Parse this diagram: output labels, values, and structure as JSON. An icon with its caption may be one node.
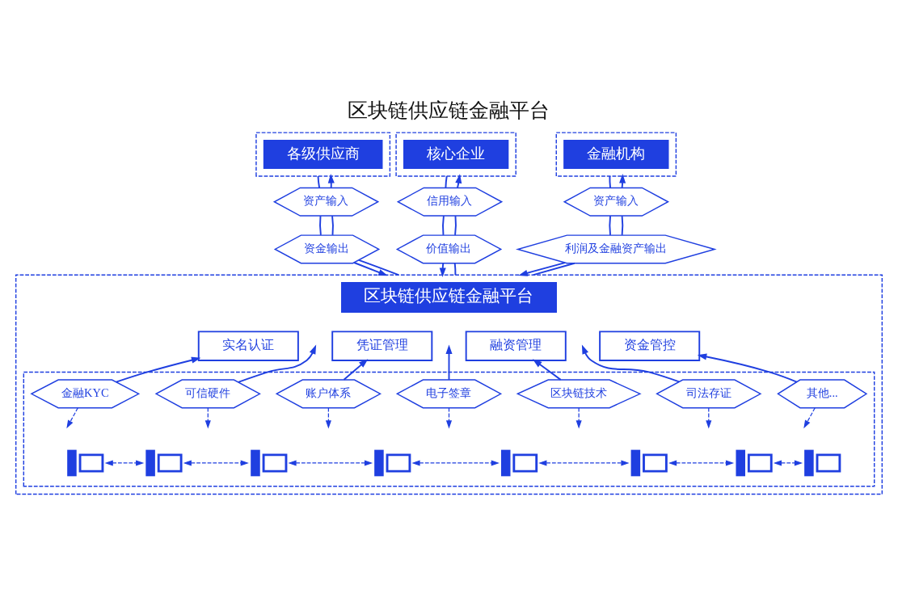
{
  "diagram": {
    "title": "区块链供应链金融平台",
    "nodes": [
      {
        "text": [],
        "shape": "box"
      },
      {
        "text": [
          "各级供应商"
        ],
        "in": 0
      },
      {
        "text": [],
        "shape": "box"
      },
      {
        "text": [
          "核心企业"
        ],
        "in": 2
      },
      {
        "text": [],
        "shape": "box"
      },
      {
        "text": [
          "金融机构"
        ],
        "in": 4
      },
      {
        "text": [
          "资产输入"
        ]
      },
      {
        "text": [
          "资金输出"
        ]
      },
      {
        "text": [
          "信用输入"
        ]
      },
      {
        "text": [
          "价值输出"
        ]
      },
      {
        "text": [
          "资产输入"
        ]
      },
      {
        "text": [
          "利润及金融资产输出"
        ]
      },
      {
        "text": [],
        "shape": "box"
      },
      {
        "text": [
          "区块链供应链金融平台"
        ],
        "in": 12
      },
      {
        "text": [
          "实名认证"
        ],
        "in": 12
      },
      {
        "text": [
          "凭证管理"
        ],
        "in": 12
      },
      {
        "text": [
          "融资管理"
        ],
        "in": 12
      },
      {
        "text": [
          "资金管控"
        ],
        "in": 12
      },
      {
        "text": [],
        "shape": "box",
        "in": 12
      },
      {
        "text": [
          "金融KYC"
        ],
        "in": 18
      },
      {
        "text": [
          "可信硬件"
        ],
        "in": 18
      },
      {
        "text": [
          "账户体系"
        ],
        "in": 18
      },
      {
        "text": [
          "电子签章"
        ],
        "in": 18
      },
      {
        "text": [
          "区块链技术"
        ],
        "in": 18
      },
      {
        "text": [
          "司法存证"
        ],
        "in": 18
      },
      {
        "text": [
          "其他..."
        ],
        "in": 18
      },
      {
        "text": [],
        "shape": "picture",
        "in": 18
      },
      {
        "text": [],
        "shape": "picture",
        "in": 18
      },
      {
        "text": [],
        "shape": "picture",
        "in": 18
      },
      {
        "text": [],
        "shape": "picture",
        "in": 18
      },
      {
        "text": [],
        "shape": "picture",
        "in": 18
      },
      {
        "text": [],
        "shape": "picture",
        "in": 18
      },
      {
        "text": [],
        "shape": "picture",
        "in": 18
      },
      {
        "text": [],
        "shape": "picture",
        "in": 18
      }
    ],
    "edges": [
      {
        "from": 0,
        "to": 6,
        "arrow": "none"
      },
      {
        "from": 6,
        "to": 7,
        "arrow": "none"
      },
      {
        "from": 7,
        "to": 12,
        "arrow": "to"
      },
      {
        "from": 12,
        "to": 7,
        "arrow": "none"
      },
      {
        "from": 7,
        "to": 6,
        "arrow": "none"
      },
      {
        "from": 6,
        "to": 0,
        "arrow": "to"
      },
      {
        "from": 2,
        "to": 8,
        "arrow": "none"
      },
      {
        "from": 8,
        "to": 9,
        "arrow": "none"
      },
      {
        "from": 9,
        "to": 12,
        "arrow": "to"
      },
      {
        "from": 12,
        "to": 9,
        "arrow": "none"
      },
      {
        "from": 9,
        "to": 8,
        "arrow": "none"
      },
      {
        "from": 8,
        "to": 2,
        "arrow": "to"
      },
      {
        "from": 4,
        "to": 10,
        "arrow": "none"
      },
      {
        "from": 10,
        "to": 11,
        "arrow": "none"
      },
      {
        "from": 11,
        "to": 12,
        "arrow": "to"
      },
      {
        "from": 12,
        "to": 11,
        "arrow": "none"
      },
      {
        "from": 11,
        "to": 10,
        "arrow": "none"
      },
      {
        "from": 10,
        "to": 4,
        "arrow": "to"
      },
      {
        "from": 19,
        "to": 14,
        "arrow": "to"
      },
      {
        "from": 20,
        "to": null,
        "arrow": "to"
      },
      {
        "from": 21,
        "to": 15,
        "arrow": "to"
      },
      {
        "from": 22,
        "to": null,
        "arrow": "to"
      },
      {
        "from": 23,
        "to": 16,
        "arrow": "to"
      },
      {
        "from": 24,
        "to": null,
        "arrow": "to"
      },
      {
        "from": 25,
        "to": 17,
        "arrow": "to"
      },
      {
        "from": 19,
        "to": null,
        "arrow": "to",
        "style": "dashed"
      },
      {
        "from": 20,
        "to": null,
        "arrow": "to",
        "style": "dashed"
      },
      {
        "from": 21,
        "to": null,
        "arrow": "to",
        "style": "dashed"
      },
      {
        "from": 22,
        "to": null,
        "arrow": "to",
        "style": "dashed"
      },
      {
        "from": 23,
        "to": null,
        "arrow": "to",
        "style": "dashed"
      },
      {
        "from": 24,
        "to": null,
        "arrow": "to",
        "style": "dashed"
      },
      {
        "from": 25,
        "to": null,
        "arrow": "to",
        "style": "dashed"
      },
      {
        "from": 26,
        "to": 27,
        "arrow": "both",
        "style": "dashed"
      },
      {
        "from": 27,
        "to": 28,
        "arrow": "both",
        "style": "dashed"
      },
      {
        "from": 28,
        "to": 29,
        "arrow": "both",
        "style": "dashed"
      },
      {
        "from": 29,
        "to": 30,
        "arrow": "both",
        "style": "dashed"
      },
      {
        "from": 30,
        "to": 31,
        "arrow": "both",
        "style": "dashed"
      },
      {
        "from": 31,
        "to": 32,
        "arrow": "both",
        "style": "dashed"
      },
      {
        "from": 32,
        "to": 33,
        "arrow": "both",
        "style": "dashed"
      }
    ]
  }
}
